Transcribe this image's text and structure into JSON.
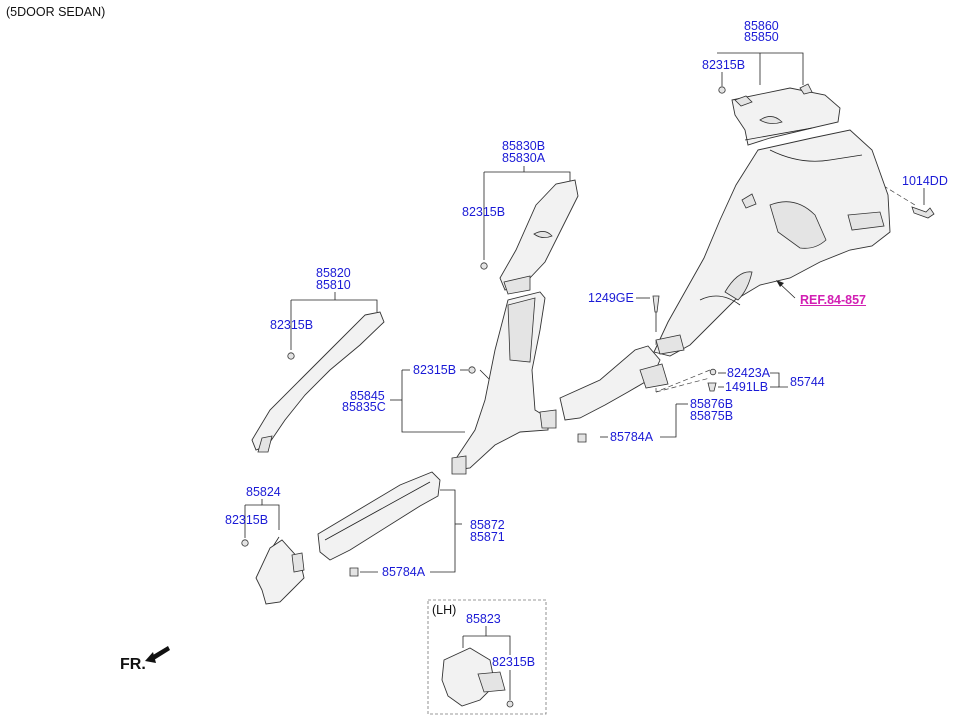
{
  "header": "(5DOOR SEDAN)",
  "direction_label": "FR.",
  "inset_label": "(LH)",
  "ref_label": "REF.84-857",
  "colors": {
    "part_label": "#1a1ad6",
    "ref_label": "#d21fb3"
  },
  "labels": {
    "p85860": "85860",
    "p85850": "85850",
    "p82315B_top": "82315B",
    "p1014DD": "1014DD",
    "p85830B": "85830B",
    "p85830A": "85830A",
    "p82315B_b": "82315B",
    "p85820": "85820",
    "p85810": "85810",
    "p82315B_a": "82315B",
    "p1249GE": "1249GE",
    "p82315B_c": "82315B",
    "p85845": "85845",
    "p85835C": "85835C",
    "p82423A": "82423A",
    "p1491LB": "1491LB",
    "p85744": "85744",
    "p85876B": "85876B",
    "p85875B": "85875B",
    "p85784A_r": "85784A",
    "p85824": "85824",
    "p82315B_d": "82315B",
    "p85872": "85872",
    "p85871": "85871",
    "p85784A_l": "85784A",
    "p85823": "85823",
    "p82315B_e": "82315B"
  }
}
